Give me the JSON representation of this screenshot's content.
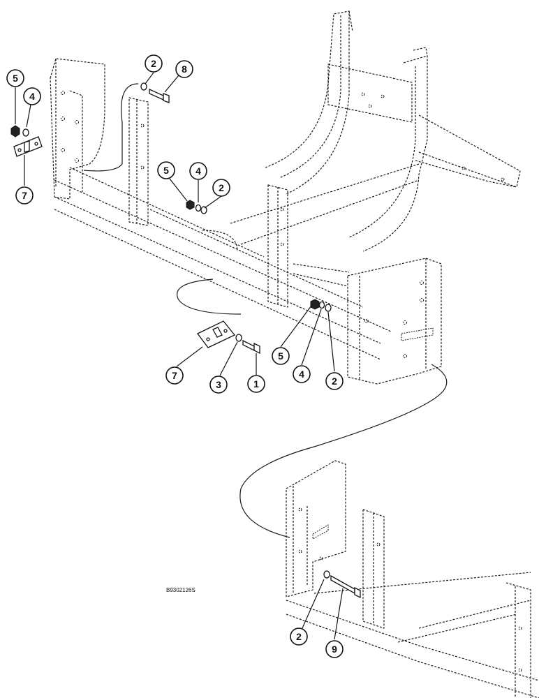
{
  "drawing_id": "B9302126S",
  "callouts": [
    {
      "label": "5"
    },
    {
      "label": "4"
    },
    {
      "label": "7"
    },
    {
      "label": "2"
    },
    {
      "label": "8"
    },
    {
      "label": "5"
    },
    {
      "label": "4"
    },
    {
      "label": "2"
    },
    {
      "label": "5"
    },
    {
      "label": "4"
    },
    {
      "label": "2"
    },
    {
      "label": "7"
    },
    {
      "label": "3"
    },
    {
      "label": "1"
    },
    {
      "label": "2"
    },
    {
      "label": "9"
    }
  ]
}
